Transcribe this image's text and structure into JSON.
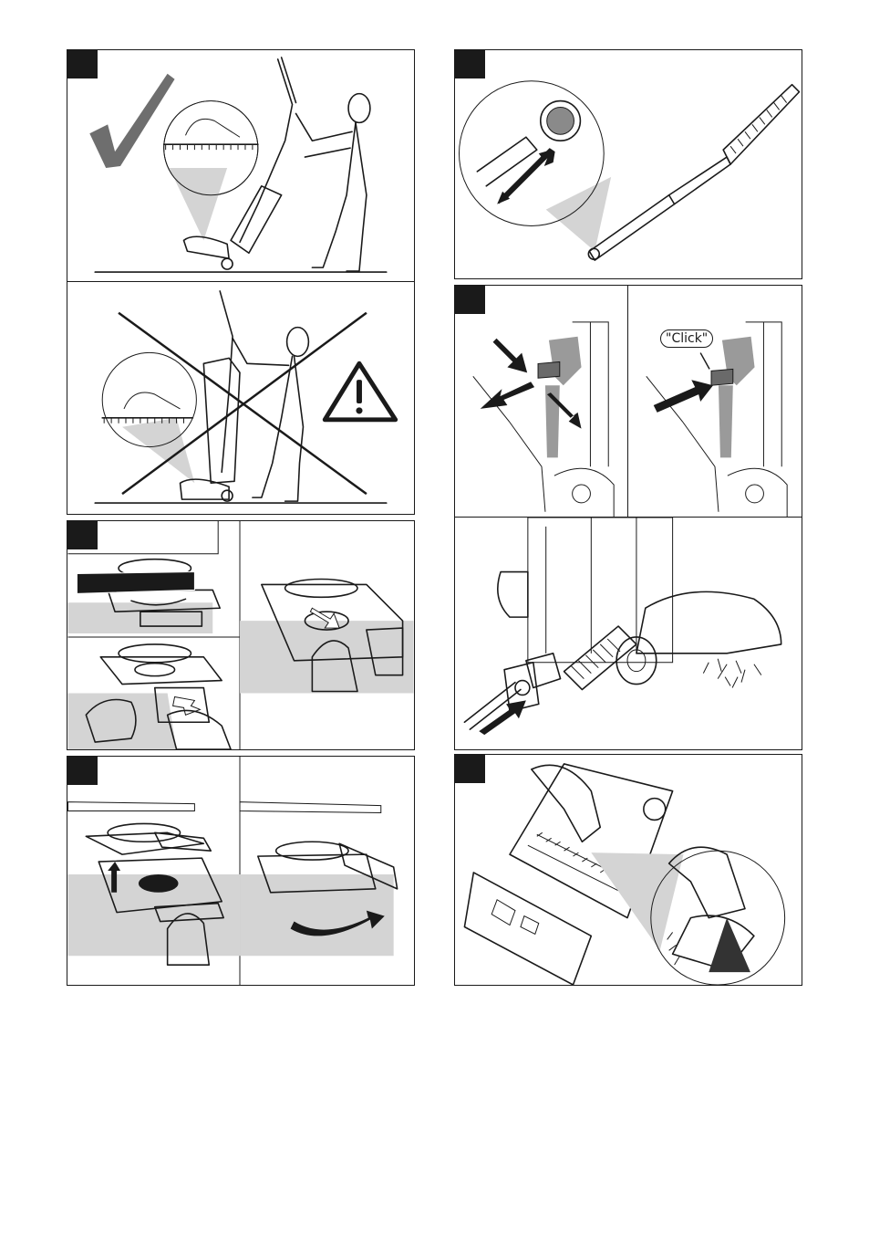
{
  "page": {
    "panels": [
      {
        "id": "correct-posture",
        "name": "correct-posture-panel"
      },
      {
        "id": "incorrect-posture",
        "name": "incorrect-posture-panel"
      },
      {
        "id": "tube-cleaning",
        "name": "tube-cleaning-panel"
      },
      {
        "id": "hose-release",
        "name": "hose-release-panel"
      },
      {
        "id": "hose-click",
        "name": "hose-click-panel"
      },
      {
        "id": "hose-blowout",
        "name": "hose-blowout-panel"
      },
      {
        "id": "bag-removal",
        "name": "bag-removal-panel"
      },
      {
        "id": "bag-insert",
        "name": "bag-insert-panel"
      },
      {
        "id": "brush-cleaning",
        "name": "brush-cleaning-panel"
      }
    ]
  },
  "labels": {
    "click": "\"Click\""
  },
  "icons": [
    "checkmark-icon",
    "cross-icon",
    "warning-icon",
    "arrow-icon"
  ],
  "colors": {
    "badge": "#1a1a1a",
    "line": "#1a1a1a",
    "shade": "#9a9a9a",
    "light_shade": "#d4d4d4"
  }
}
